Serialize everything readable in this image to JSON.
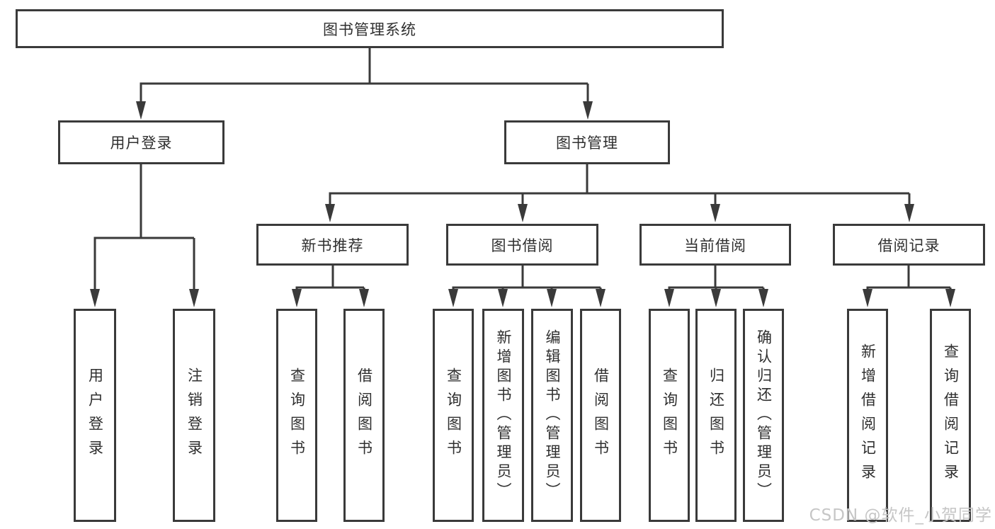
{
  "diagram_type": "hierarchy-tree",
  "colors": {
    "line": "#3a3a3a",
    "border": "#3a3a3a",
    "text": "#2f2f2f",
    "background": "#ffffff",
    "watermark": "#c6c6c6"
  },
  "tree": {
    "label": "图书管理系统",
    "children": [
      {
        "label": "用户登录",
        "children": [
          {
            "label": "用户登录"
          },
          {
            "label": "注销登录"
          }
        ]
      },
      {
        "label": "图书管理",
        "children": [
          {
            "label": "新书推荐",
            "children": [
              {
                "label": "查询图书"
              },
              {
                "label": "借阅图书"
              }
            ]
          },
          {
            "label": "图书借阅",
            "children": [
              {
                "label": "查询图书"
              },
              {
                "label": "新增图书（管理员）"
              },
              {
                "label": "编辑图书（管理员）"
              },
              {
                "label": "借阅图书"
              }
            ]
          },
          {
            "label": "当前借阅",
            "children": [
              {
                "label": "查询图书"
              },
              {
                "label": "归还图书"
              },
              {
                "label": "确认归还（管理员）"
              }
            ]
          },
          {
            "label": "借阅记录",
            "children": [
              {
                "label": "新增借阅记录"
              },
              {
                "label": "查询借阅记录"
              }
            ]
          }
        ]
      }
    ]
  },
  "watermark": {
    "text": "CSDN @软件_小贺同学"
  }
}
